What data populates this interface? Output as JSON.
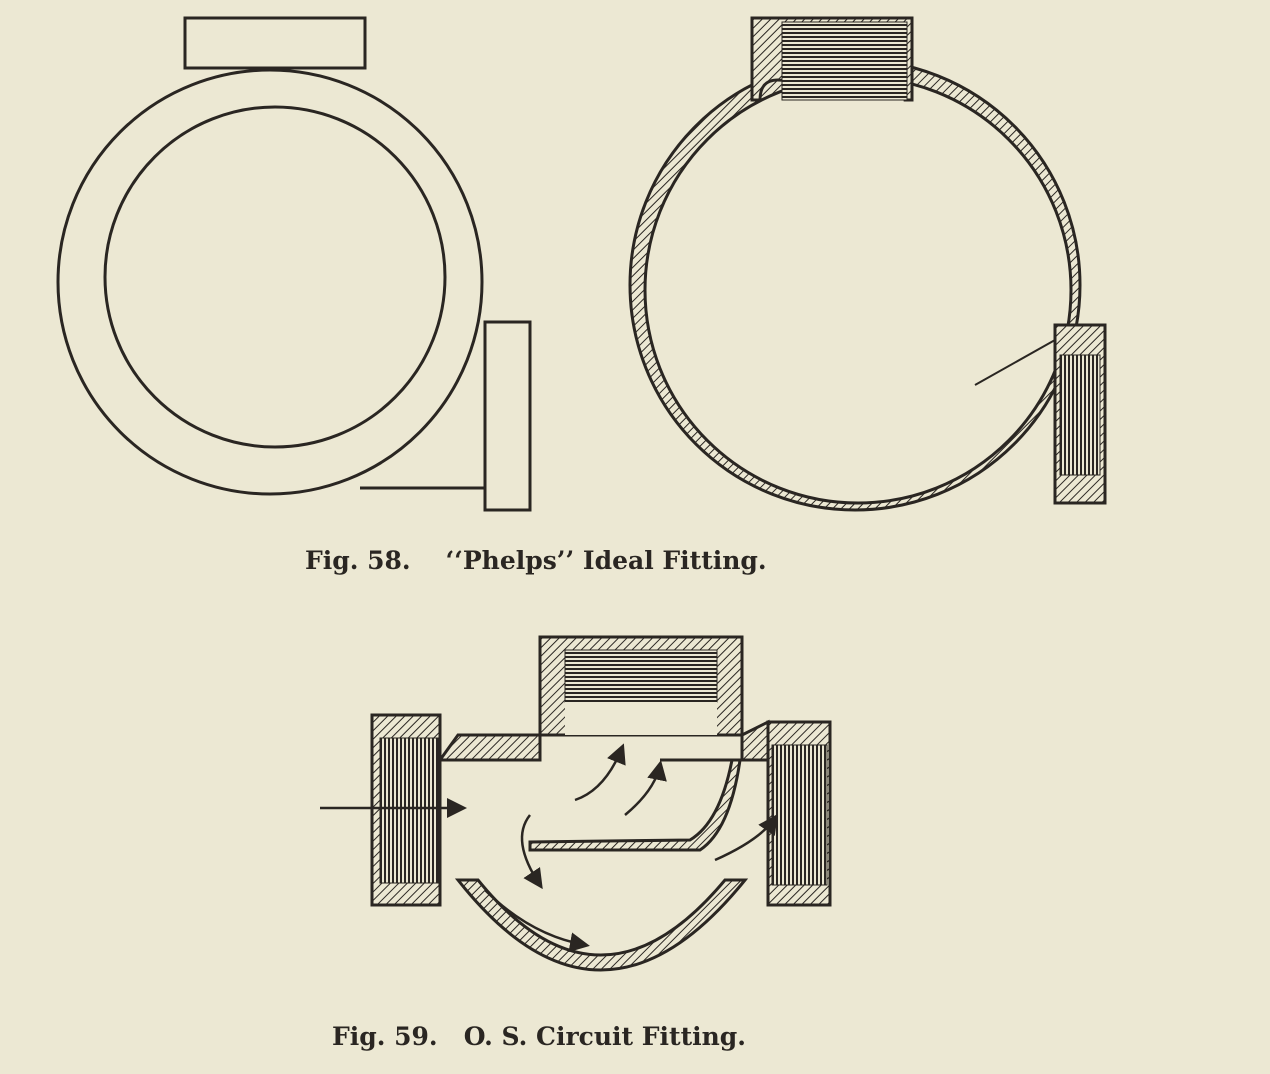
{
  "figures": [
    {
      "number": "Fig. 58.",
      "caption": "‘‘Phelps’’ Ideal Fitting."
    },
    {
      "number": "Fig. 59.",
      "caption": "O. S. Circuit Fitting."
    }
  ],
  "colors": {
    "paper": "#ece8d3",
    "ink": "#2a2622"
  }
}
